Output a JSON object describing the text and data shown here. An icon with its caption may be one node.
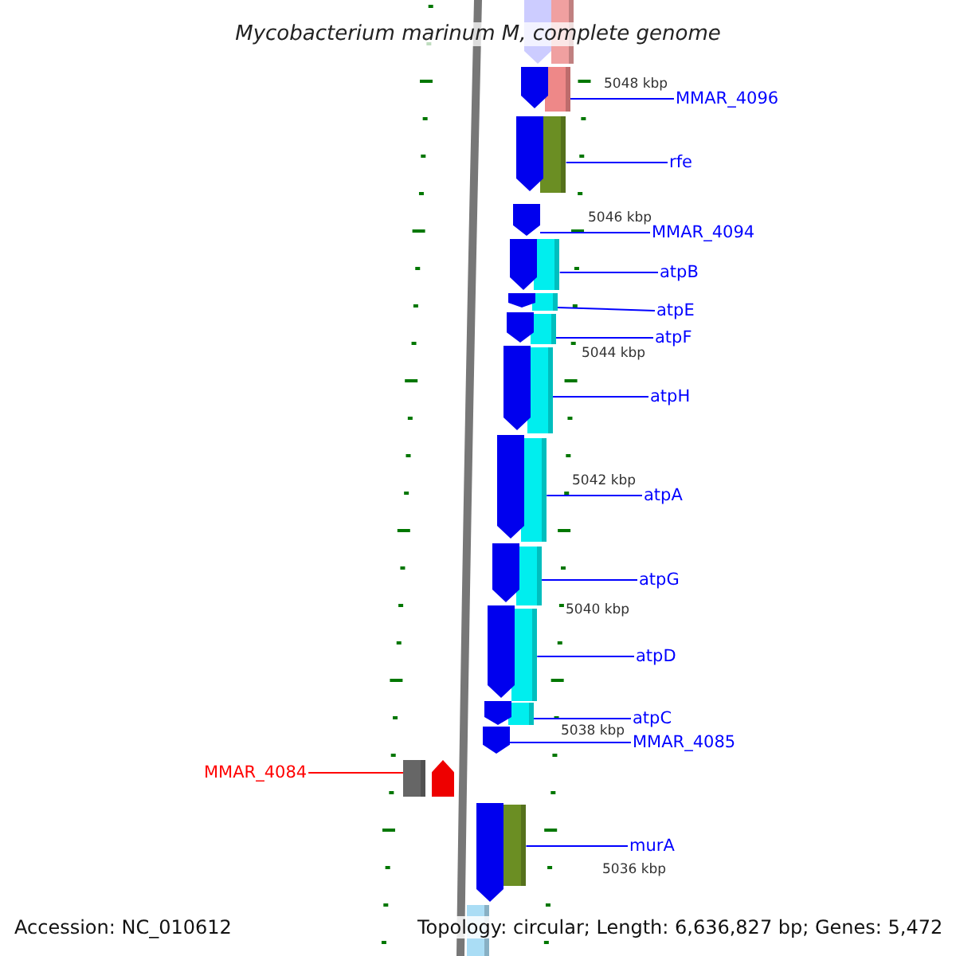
{
  "diagram": {
    "title": "Mycobacterium marinum M, complete genome",
    "nodes": [
      {
        "text": [
          "MMAR_4096"
        ]
      },
      {
        "text": [
          "rfe"
        ]
      },
      {
        "text": [
          "MMAR_4094"
        ]
      },
      {
        "text": [
          "atpB"
        ]
      },
      {
        "text": [
          "atpE"
        ]
      },
      {
        "text": [
          "atpF"
        ]
      },
      {
        "text": [
          "atpH"
        ]
      },
      {
        "text": [
          "atpA"
        ]
      },
      {
        "text": [
          "atpG"
        ]
      },
      {
        "text": [
          "atpD"
        ]
      },
      {
        "text": [
          "atpC"
        ]
      },
      {
        "text": [
          "MMAR_4085"
        ]
      },
      {
        "text": [
          "murA"
        ]
      },
      {
        "text": [
          "MMAR_4084"
        ]
      },
      {
        "text": [],
        "shape": "bar"
      },
      {
        "text": [],
        "shape": "bar"
      },
      {
        "text": [],
        "shape": "arrow"
      },
      {
        "text": [],
        "shape": "bar"
      },
      {
        "text": [],
        "shape": "bar"
      },
      {
        "text": [],
        "shape": "bar"
      },
      {
        "text": [],
        "shape": "bar"
      },
      {
        "text": [],
        "shape": "bar"
      },
      {
        "text": [],
        "shape": "bar"
      },
      {
        "text": [],
        "shape": "bar"
      },
      {
        "text": [],
        "shape": "bar"
      },
      {
        "text": [],
        "shape": "arrow"
      },
      {
        "text": [],
        "shape": "bar"
      },
      {
        "text": [],
        "shape": "bar"
      },
      {
        "text": [],
        "shape": "arrow"
      },
      {
        "text": [],
        "shape": "bar"
      },
      {
        "text": [],
        "shape": "arrow"
      },
      {
        "text": [],
        "shape": "arrow"
      },
      {
        "text": [],
        "shape": "arrow"
      },
      {
        "text": [],
        "shape": "arrow"
      },
      {
        "text": [],
        "shape": "arrow"
      },
      {
        "text": [],
        "shape": "arrow"
      },
      {
        "text": [],
        "shape": "arrow"
      },
      {
        "text": [],
        "shape": "arrow"
      },
      {
        "text": [],
        "shape": "arrow"
      },
      {
        "text": [],
        "shape": "arrow"
      },
      {
        "text": [],
        "shape": "arrow"
      },
      {
        "text": [],
        "shape": "arrow"
      },
      {
        "text": [],
        "shape": "bar"
      }
    ],
    "edges": [
      {
        "from": 0,
        "to": 14,
        "arrow": "none"
      },
      {
        "from": 1,
        "to": 15,
        "arrow": "none"
      },
      {
        "from": 2,
        "to": 16,
        "arrow": "none"
      },
      {
        "from": 3,
        "to": 17,
        "arrow": "none"
      },
      {
        "from": 4,
        "to": 18,
        "arrow": "none"
      },
      {
        "from": 5,
        "to": 19,
        "arrow": "none"
      },
      {
        "from": 6,
        "to": 20,
        "arrow": "none"
      },
      {
        "from": 7,
        "to": 21,
        "arrow": "none"
      },
      {
        "from": 8,
        "to": 22,
        "arrow": "none"
      },
      {
        "from": 9,
        "to": 23,
        "arrow": "none"
      },
      {
        "from": 10,
        "to": 24,
        "arrow": "none"
      },
      {
        "from": 11,
        "to": 25,
        "arrow": "none"
      },
      {
        "from": 12,
        "to": 26,
        "arrow": "none"
      },
      {
        "from": 13,
        "to": 27,
        "arrow": "none",
        "color": "#ff0000"
      }
    ],
    "labels": [
      "5048 kbp",
      "5046 kbp",
      "5044 kbp",
      "5042 kbp",
      "5040 kbp",
      "5038 kbp",
      "5036 kbp",
      "Accession: NC_010612",
      "Topology: circular; Length: 6,636,827 bp; Genes: 5,472"
    ]
  }
}
